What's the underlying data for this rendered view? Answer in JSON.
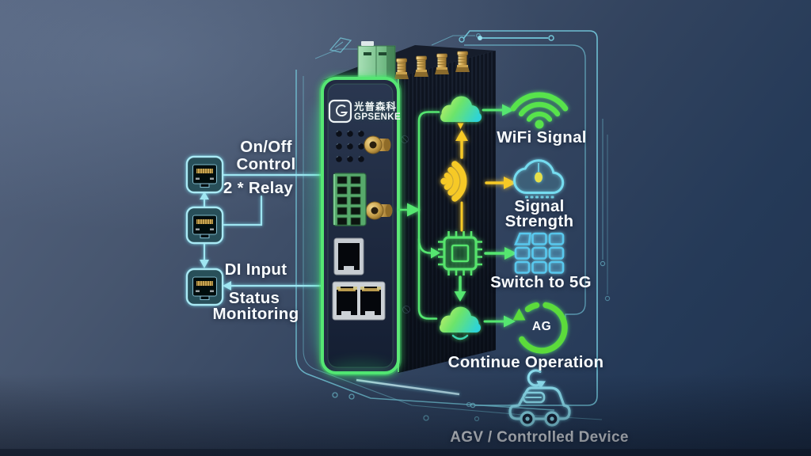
{
  "device": {
    "brand_cn": "光普森科",
    "brand_en": "GPSENKE"
  },
  "left_panel": {
    "on_off_line1": "On/Off",
    "on_off_line2": "Control",
    "relay": "2 * Relay",
    "di_input": "DI Input",
    "status_line1": "Status",
    "status_line2": "Monitoring"
  },
  "right_panel": {
    "wifi_signal": "WiFi Signal",
    "signal_line1": "Signal",
    "signal_line2": "Strength",
    "switch_to_5g": "Switch to 5G",
    "continue_operation": "Continue Operation",
    "agv_device": "AGV / Controlled Device",
    "ag_badge": "AG"
  },
  "colors": {
    "flow_green": "#54e66f",
    "flow_yellow": "#f6c928",
    "trace_cyan": "#7fdcef",
    "bg_top": "#55647f",
    "bg_bottom": "#20334f"
  }
}
